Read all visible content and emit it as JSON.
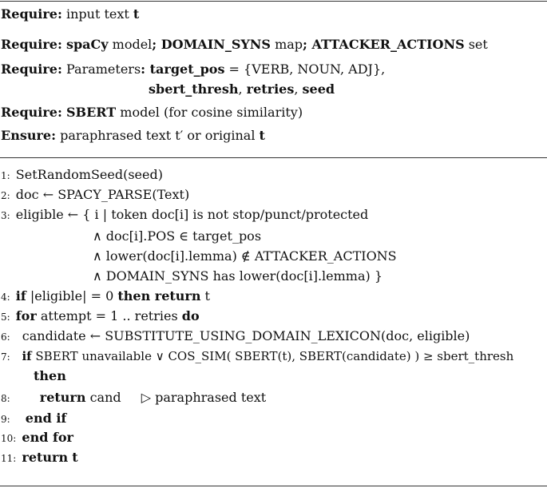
{
  "require_kw": "Require:",
  "ensure_kw": "Ensure:",
  "header": {
    "r1": {
      "text": "input text ",
      "bold": "t"
    },
    "r2": {
      "b1": "spaCy",
      "t1": " model",
      "b2": "; DOMAIN_SYNS",
      "t2": " map",
      "b3": "; ATTACKER_ACTIONS",
      "t3": " set"
    },
    "r3": {
      "t1": "Parameters",
      "b1": ": target_pos",
      "t2": " = {VERB, NOUN, ADJ},",
      "b2": "sbert_thresh",
      "t3": ", ",
      "b3": "retries",
      "t4": ", ",
      "b4": "seed"
    },
    "r4": {
      "b1": "SBERT",
      "t1": " model (for cosine similarity)"
    },
    "e1": {
      "t1": "paraphrased text t′ or original ",
      "b1": "t"
    }
  },
  "lines": [
    {
      "num": "1:",
      "text": "SetRandomSeed(seed)"
    },
    {
      "num": "2:",
      "text": "doc ← SPACY_PARSE(Text)"
    },
    {
      "num": "3:",
      "text": "eligible ← { i | token doc[i] is not stop/punct/protected"
    },
    {
      "text": "∧ doc[i].POS ∈ target_pos"
    },
    {
      "text": "∧ lower(doc[i].lemma) ∉ ATTACKER_ACTIONS"
    },
    {
      "text": "∧ DOMAIN_SYNS has lower(doc[i].lemma) }"
    },
    {
      "num": "4:",
      "k1": "if",
      "t1": " |eligible| = 0 ",
      "k2": "then return",
      "t2": " t"
    },
    {
      "num": "5:",
      "k1": "for",
      "t1": " attempt = 1 .. retries ",
      "k2": "do"
    },
    {
      "num": "6:",
      "text": "candidate ← SUBSTITUTE_USING_DOMAIN_LEXICON(doc, eligible)"
    },
    {
      "num": "7:",
      "k1": "if",
      "t1": " SBERT unavailable ∨ COS_SIM( SBERT(t), SBERT(candidate) ) ≥ sbert_thresh"
    },
    {
      "k1": "then"
    },
    {
      "num": "8:",
      "k1": "return",
      "t1": " cand",
      "t2": "▷ paraphrased text"
    },
    {
      "num": "9:",
      "k1": "end if"
    },
    {
      "num": "10:",
      "k1": "end for"
    },
    {
      "num": "11:",
      "k1": "return",
      "b1": "t"
    }
  ]
}
